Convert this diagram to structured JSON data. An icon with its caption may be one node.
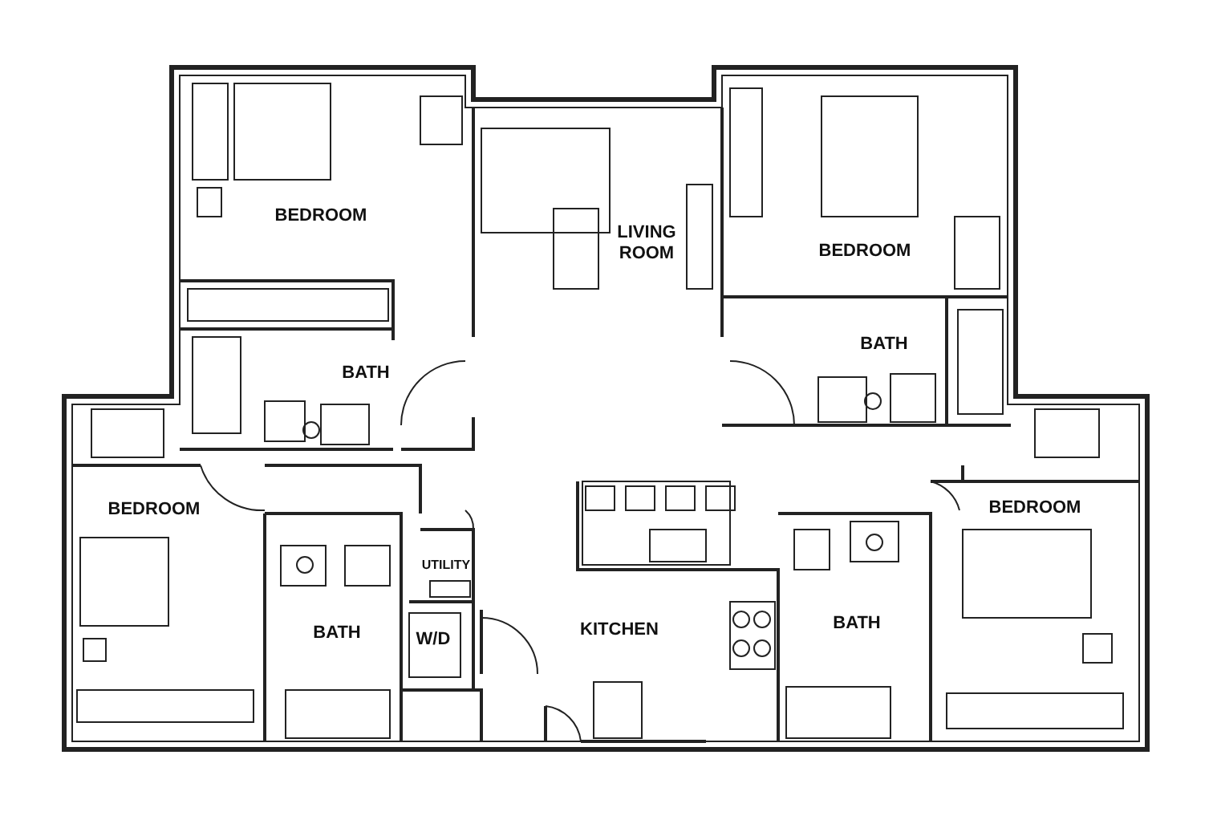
{
  "diagram": {
    "labels": [
      "BEDROOM",
      "LIVING ROOM",
      "BEDROOM",
      "BATH",
      "BATH",
      "BEDROOM",
      "BEDROOM",
      "UTILITY",
      "BATH",
      "W/D",
      "KITCHEN",
      "BATH"
    ]
  }
}
